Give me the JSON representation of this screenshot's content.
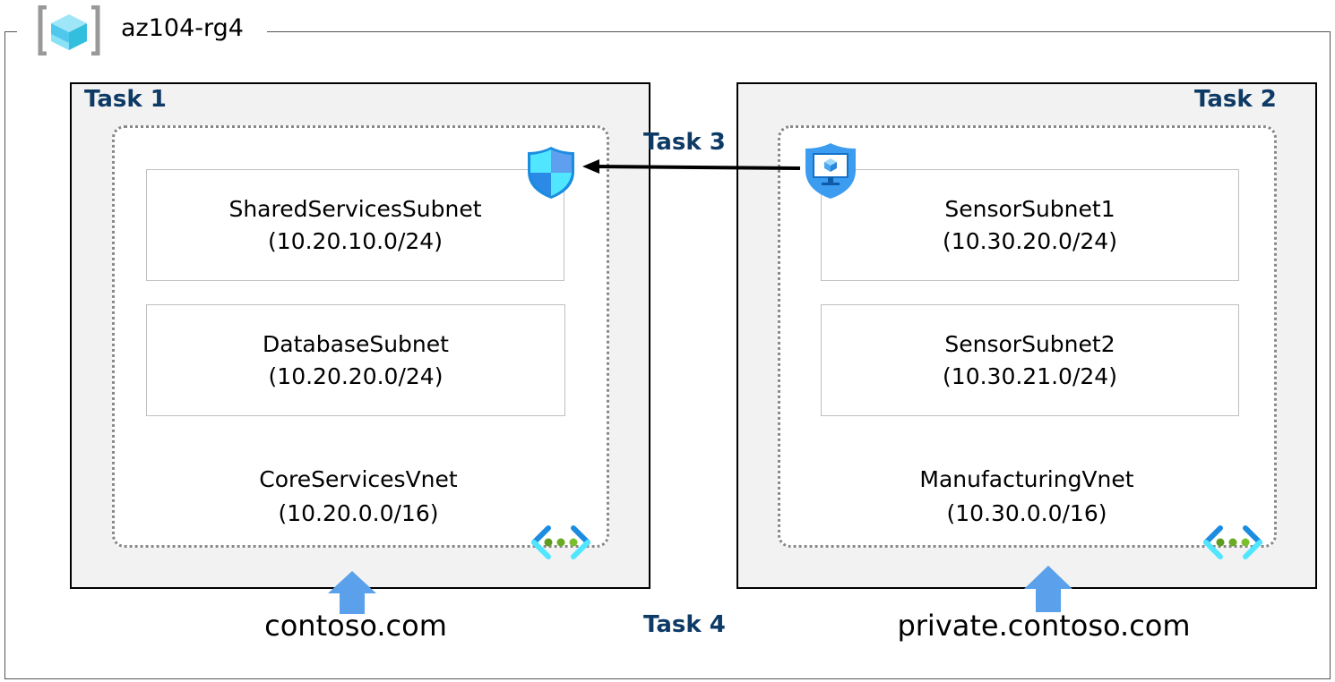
{
  "resource_group": {
    "name": "az104-rg4",
    "icon": "resource-group-icon"
  },
  "tasks": {
    "task1": "Task 1",
    "task2": "Task 2",
    "task3": "Task 3",
    "task4": "Task 4"
  },
  "left_vnet": {
    "name": "CoreServicesVnet",
    "cidr": "(10.20.0.0/16)",
    "subnets": [
      {
        "name": "SharedServicesSubnet",
        "cidr": "(10.20.10.0/24)"
      },
      {
        "name": "DatabaseSubnet",
        "cidr": "(10.20.20.0/24)"
      }
    ],
    "dns_zone": "contoso.com"
  },
  "right_vnet": {
    "name": "ManufacturingVnet",
    "cidr": "(10.30.0.0/16)",
    "subnets": [
      {
        "name": "SensorSubnet1",
        "cidr": "(10.30.20.0/24)"
      },
      {
        "name": "SensorSubnet2",
        "cidr": "(10.30.21.0/24)"
      }
    ],
    "dns_zone": "private.contoso.com"
  },
  "colors": {
    "task_label": "#0e3a66",
    "box_fill": "#f2f2f2",
    "arrow_blue": "#5aa0ea"
  }
}
